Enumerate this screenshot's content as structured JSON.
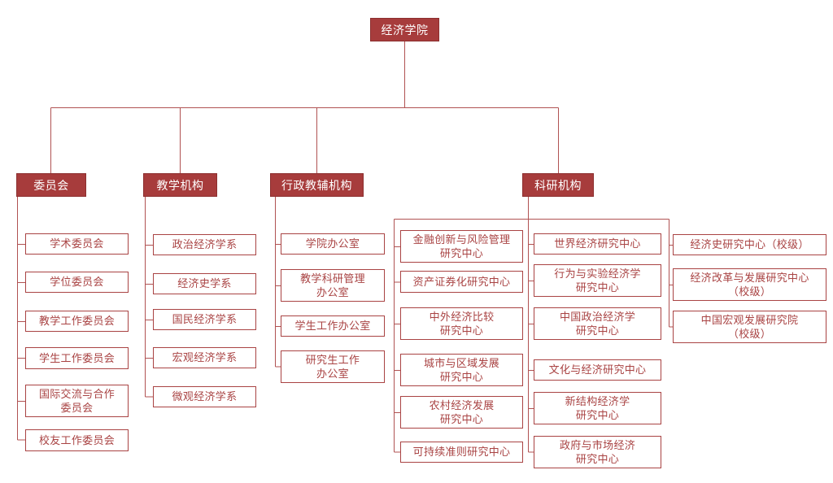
{
  "colors": {
    "node_fill": "#a73c3c",
    "node_border": "#8c2f2f",
    "leaf_border_text": "#a94343",
    "connector_line": "#b05252",
    "background": "#ffffff"
  },
  "tree": {
    "root": {
      "label": "经济学院"
    },
    "branches": [
      {
        "label": "委员会",
        "children": [
          "学术委员会",
          "学位委员会",
          "教学工作委员会",
          "学生工作委员会",
          "国际交流与合作\n委员会",
          "校友工作委员会"
        ]
      },
      {
        "label": "教学机构",
        "children": [
          "政治经济学系",
          "经济史学系",
          "国民经济学系",
          "宏观经济学系",
          "微观经济学系"
        ]
      },
      {
        "label": "行政教辅机构",
        "children": [
          "学院办公室",
          "教学科研管理\n办公室",
          "学生工作办公室",
          "研究生工作\n办公室"
        ]
      },
      {
        "label": "科研机构",
        "columns": [
          [
            "金融创新与风险管理\n研究中心",
            "资产证券化研究中心",
            "中外经济比较\n研究中心",
            "城市与区域发展\n研究中心",
            "农村经济发展\n研究中心",
            "可持续准则研究中心"
          ],
          [
            "世界经济研究中心",
            "行为与实验经济学\n研究中心",
            "中国政治经济学\n研究中心",
            "文化与经济研究中心",
            "新结构经济学\n研究中心",
            "政府与市场经济\n研究中心"
          ],
          [
            "经济史研究中心（校级）",
            "经济改革与发展研究中心\n（校级）",
            "中国宏观发展研究院\n（校级）"
          ]
        ]
      }
    ]
  }
}
